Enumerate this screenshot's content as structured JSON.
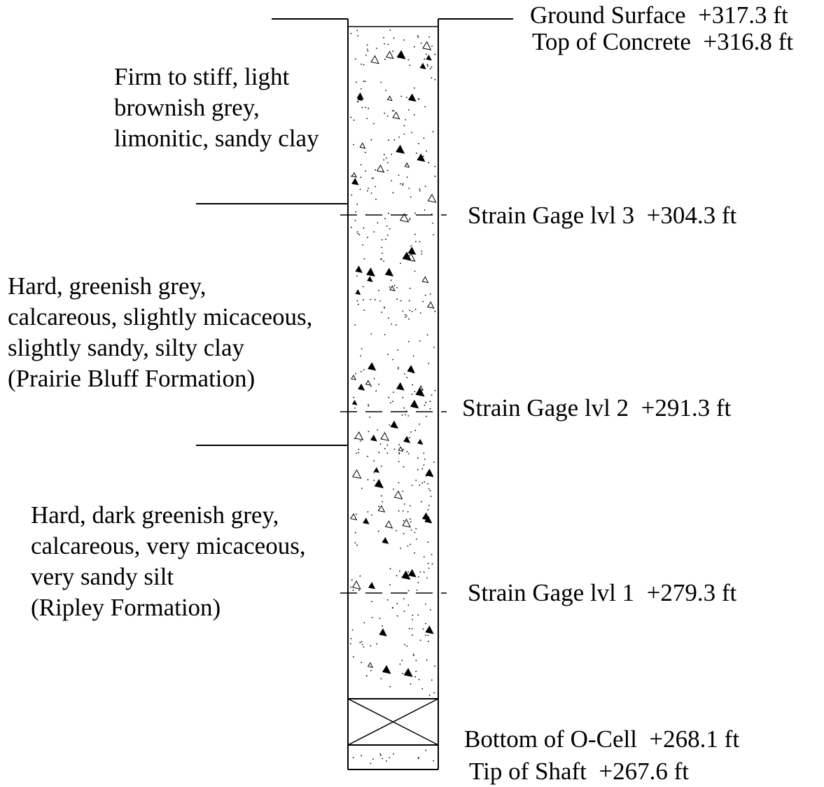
{
  "elevations": {
    "ground_surface": "Ground Surface  +317.3 ft",
    "top_of_concrete": "Top of Concrete  +316.8 ft",
    "gage_3": "Strain Gage lvl 3  +304.3 ft",
    "gage_2": "Strain Gage lvl 2  +291.3 ft",
    "gage_1": "Strain Gage lvl 1  +279.3 ft",
    "bottom_ocell": "Bottom of O-Cell  +268.1 ft",
    "tip_of_shaft": "Tip of Shaft  +267.6 ft"
  },
  "layers": [
    {
      "lines": [
        "Firm to stiff, light",
        "brownish grey,",
        "limonitic, sandy clay"
      ]
    },
    {
      "lines": [
        "Hard, greenish grey,",
        "calcareous, slightly micaceous,",
        "slightly sandy, silty clay",
        "(Prairie Bluff Formation)"
      ]
    },
    {
      "lines": [
        "Hard, dark greenish grey,",
        "calcareous, very micaceous,",
        "very sandy silt",
        "(Ripley Formation)"
      ]
    }
  ]
}
